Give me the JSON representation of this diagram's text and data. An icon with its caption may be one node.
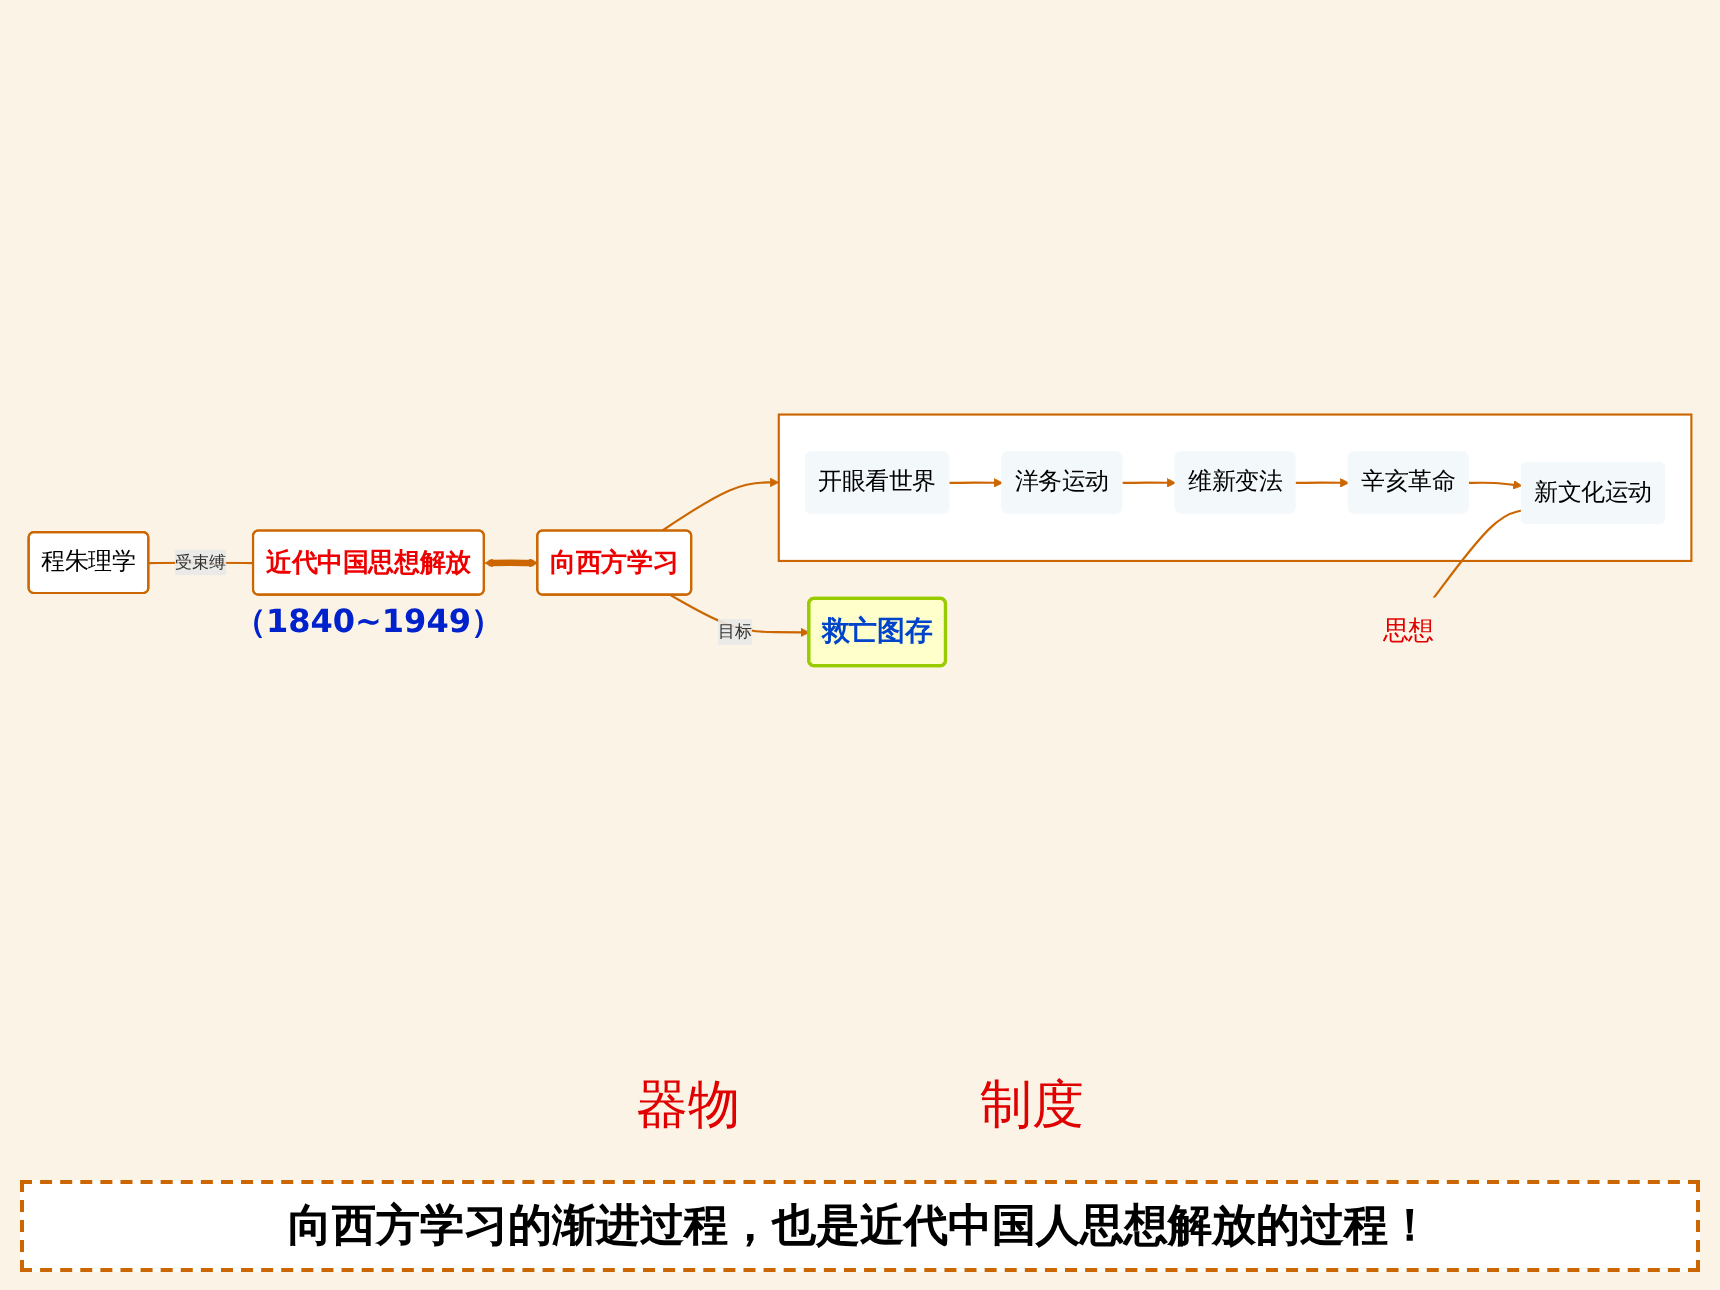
{
  "diagram": {
    "caption": "向西方学习的渐进过程，也是近代中国人思想解放的过程！",
    "nodes": [
      {
        "text": [
          "程朱理学"
        ]
      },
      {
        "text": [
          "近代中国思想解放"
        ],
        "beside": [
          "（1840~1949）"
        ]
      },
      {
        "text": [
          "向西方学习"
        ]
      },
      {
        "text": [
          "救亡图存"
        ]
      },
      {
        "text": [],
        "shape": "box"
      },
      {
        "text": [
          "开眼看世界"
        ],
        "in": 4
      },
      {
        "text": [
          "洋务运动"
        ],
        "in": 4
      },
      {
        "text": [
          "维新变法"
        ],
        "in": 4
      },
      {
        "text": [
          "辛亥革命"
        ],
        "in": 4
      },
      {
        "text": [
          "新文化运动"
        ],
        "in": 4
      },
      {
        "text": [
          "思想"
        ]
      }
    ],
    "edges": [
      {
        "from": 0,
        "to": 1,
        "arrow": "none",
        "label": "受束缚"
      },
      {
        "from": 1,
        "to": 2,
        "arrow": "both",
        "style": "thick"
      },
      {
        "from": 2,
        "to": 3,
        "arrow": "to",
        "label": "目标"
      },
      {
        "from": 2,
        "to": 4,
        "arrow": "to"
      },
      {
        "from": 5,
        "to": 6,
        "arrow": "to"
      },
      {
        "from": 6,
        "to": 7,
        "arrow": "to"
      },
      {
        "from": 7,
        "to": 8,
        "arrow": "to"
      },
      {
        "from": 8,
        "to": 9,
        "arrow": "to"
      },
      {
        "from": 10,
        "to": 9,
        "arrow": "none"
      }
    ],
    "labels": [
      "器物",
      "制度"
    ]
  }
}
